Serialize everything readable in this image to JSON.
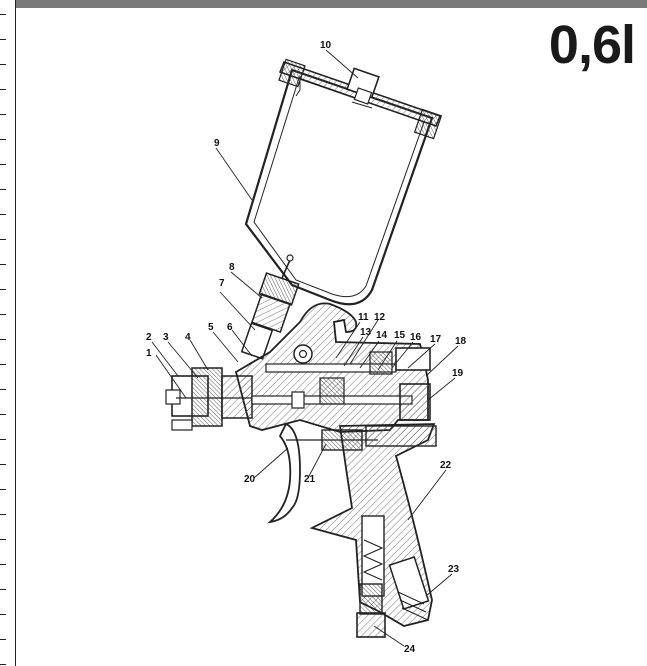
{
  "title": "0,6l",
  "callouts": [
    "1",
    "2",
    "3",
    "4",
    "5",
    "6",
    "7",
    "8",
    "9",
    "10",
    "11",
    "12",
    "13",
    "14",
    "15",
    "16",
    "17",
    "18",
    "19",
    "20",
    "21",
    "22",
    "23",
    "24"
  ],
  "colors": {
    "line": "#222222",
    "frame": "#7a7a7a",
    "background": "#ffffff",
    "hatch": "#555555"
  }
}
